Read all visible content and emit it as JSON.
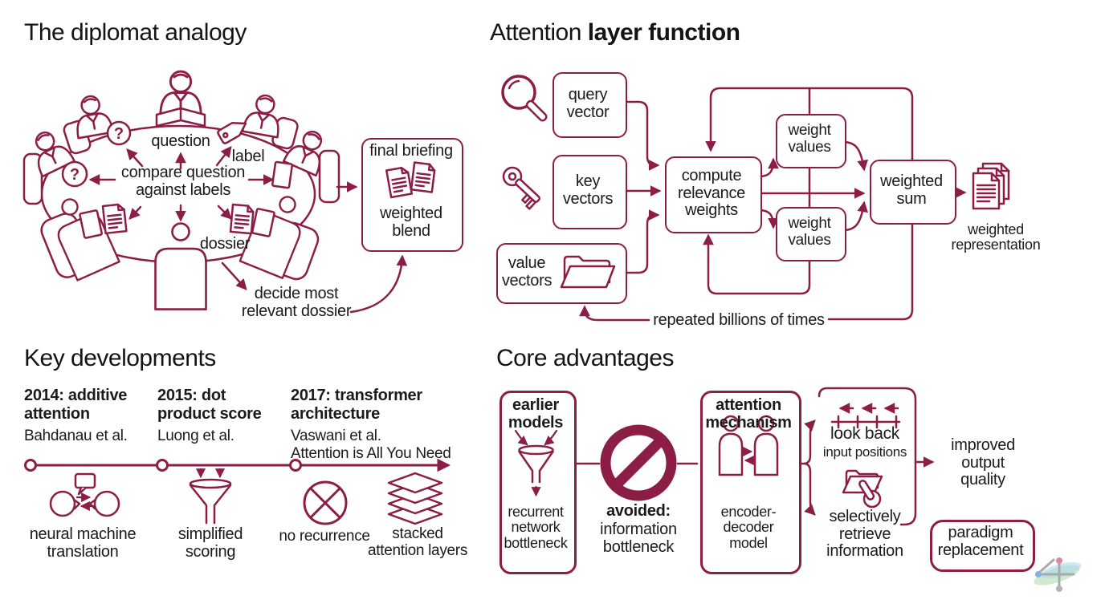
{
  "colors": {
    "accent": "#8c1d45",
    "text": "#1b1b1b"
  },
  "icons": {
    "question_mark": "?"
  },
  "diplomat": {
    "title": "The diplomat analogy",
    "question_label": "question",
    "label_label": "label",
    "compare_label": "compare question\nagainst labels",
    "dossier_label": "dossier",
    "decide_label": "decide most\nrelevant dossier",
    "briefing_title": "final briefing",
    "briefing_caption": "weighted\nblend"
  },
  "attention": {
    "title_regular": "Attention ",
    "title_bold": "layer function",
    "query": "query\nvector",
    "key": "key\nvectors",
    "value": "value\nvectors",
    "compute": "compute\nrelevance\nweights",
    "weight_top": "weight\nvalues",
    "weight_bottom": "weight\nvalues",
    "sum": "weighted\nsum",
    "representation": "weighted\nrepresentation",
    "repeated": "repeated billions of times"
  },
  "developments": {
    "title": "Key developments",
    "milestones": [
      {
        "heading": "2014: additive\nattention",
        "attribution": "Bahdanau et al."
      },
      {
        "heading": "2015: dot\nproduct score",
        "attribution": "Luong et al."
      },
      {
        "heading": "2017: transformer\narchitecture",
        "attribution": "Vaswani et al.\nAttention is All You Need"
      }
    ],
    "features": [
      {
        "label": "neural machine\ntranslation"
      },
      {
        "label": "simplified\nscoring"
      },
      {
        "label": "no recurrence"
      },
      {
        "label": "stacked\nattention layers"
      }
    ]
  },
  "advantages": {
    "title": "Core advantages",
    "earlier_heading": "earlier\nmodels",
    "earlier_caption": "recurrent\nnetwork\nbottleneck",
    "avoided_bold": "avoided:",
    "avoided_caption": "information\nbottleneck",
    "mechanism_heading": "attention\nmechanism",
    "mechanism_caption": "encoder-\ndecoder\nmodel",
    "look_back": "look back",
    "input_positions": "input positions",
    "selectively": "selectively\nretrieve\ninformation",
    "improved": "improved\noutput\nquality",
    "paradigm": "paradigm\nreplacement"
  }
}
